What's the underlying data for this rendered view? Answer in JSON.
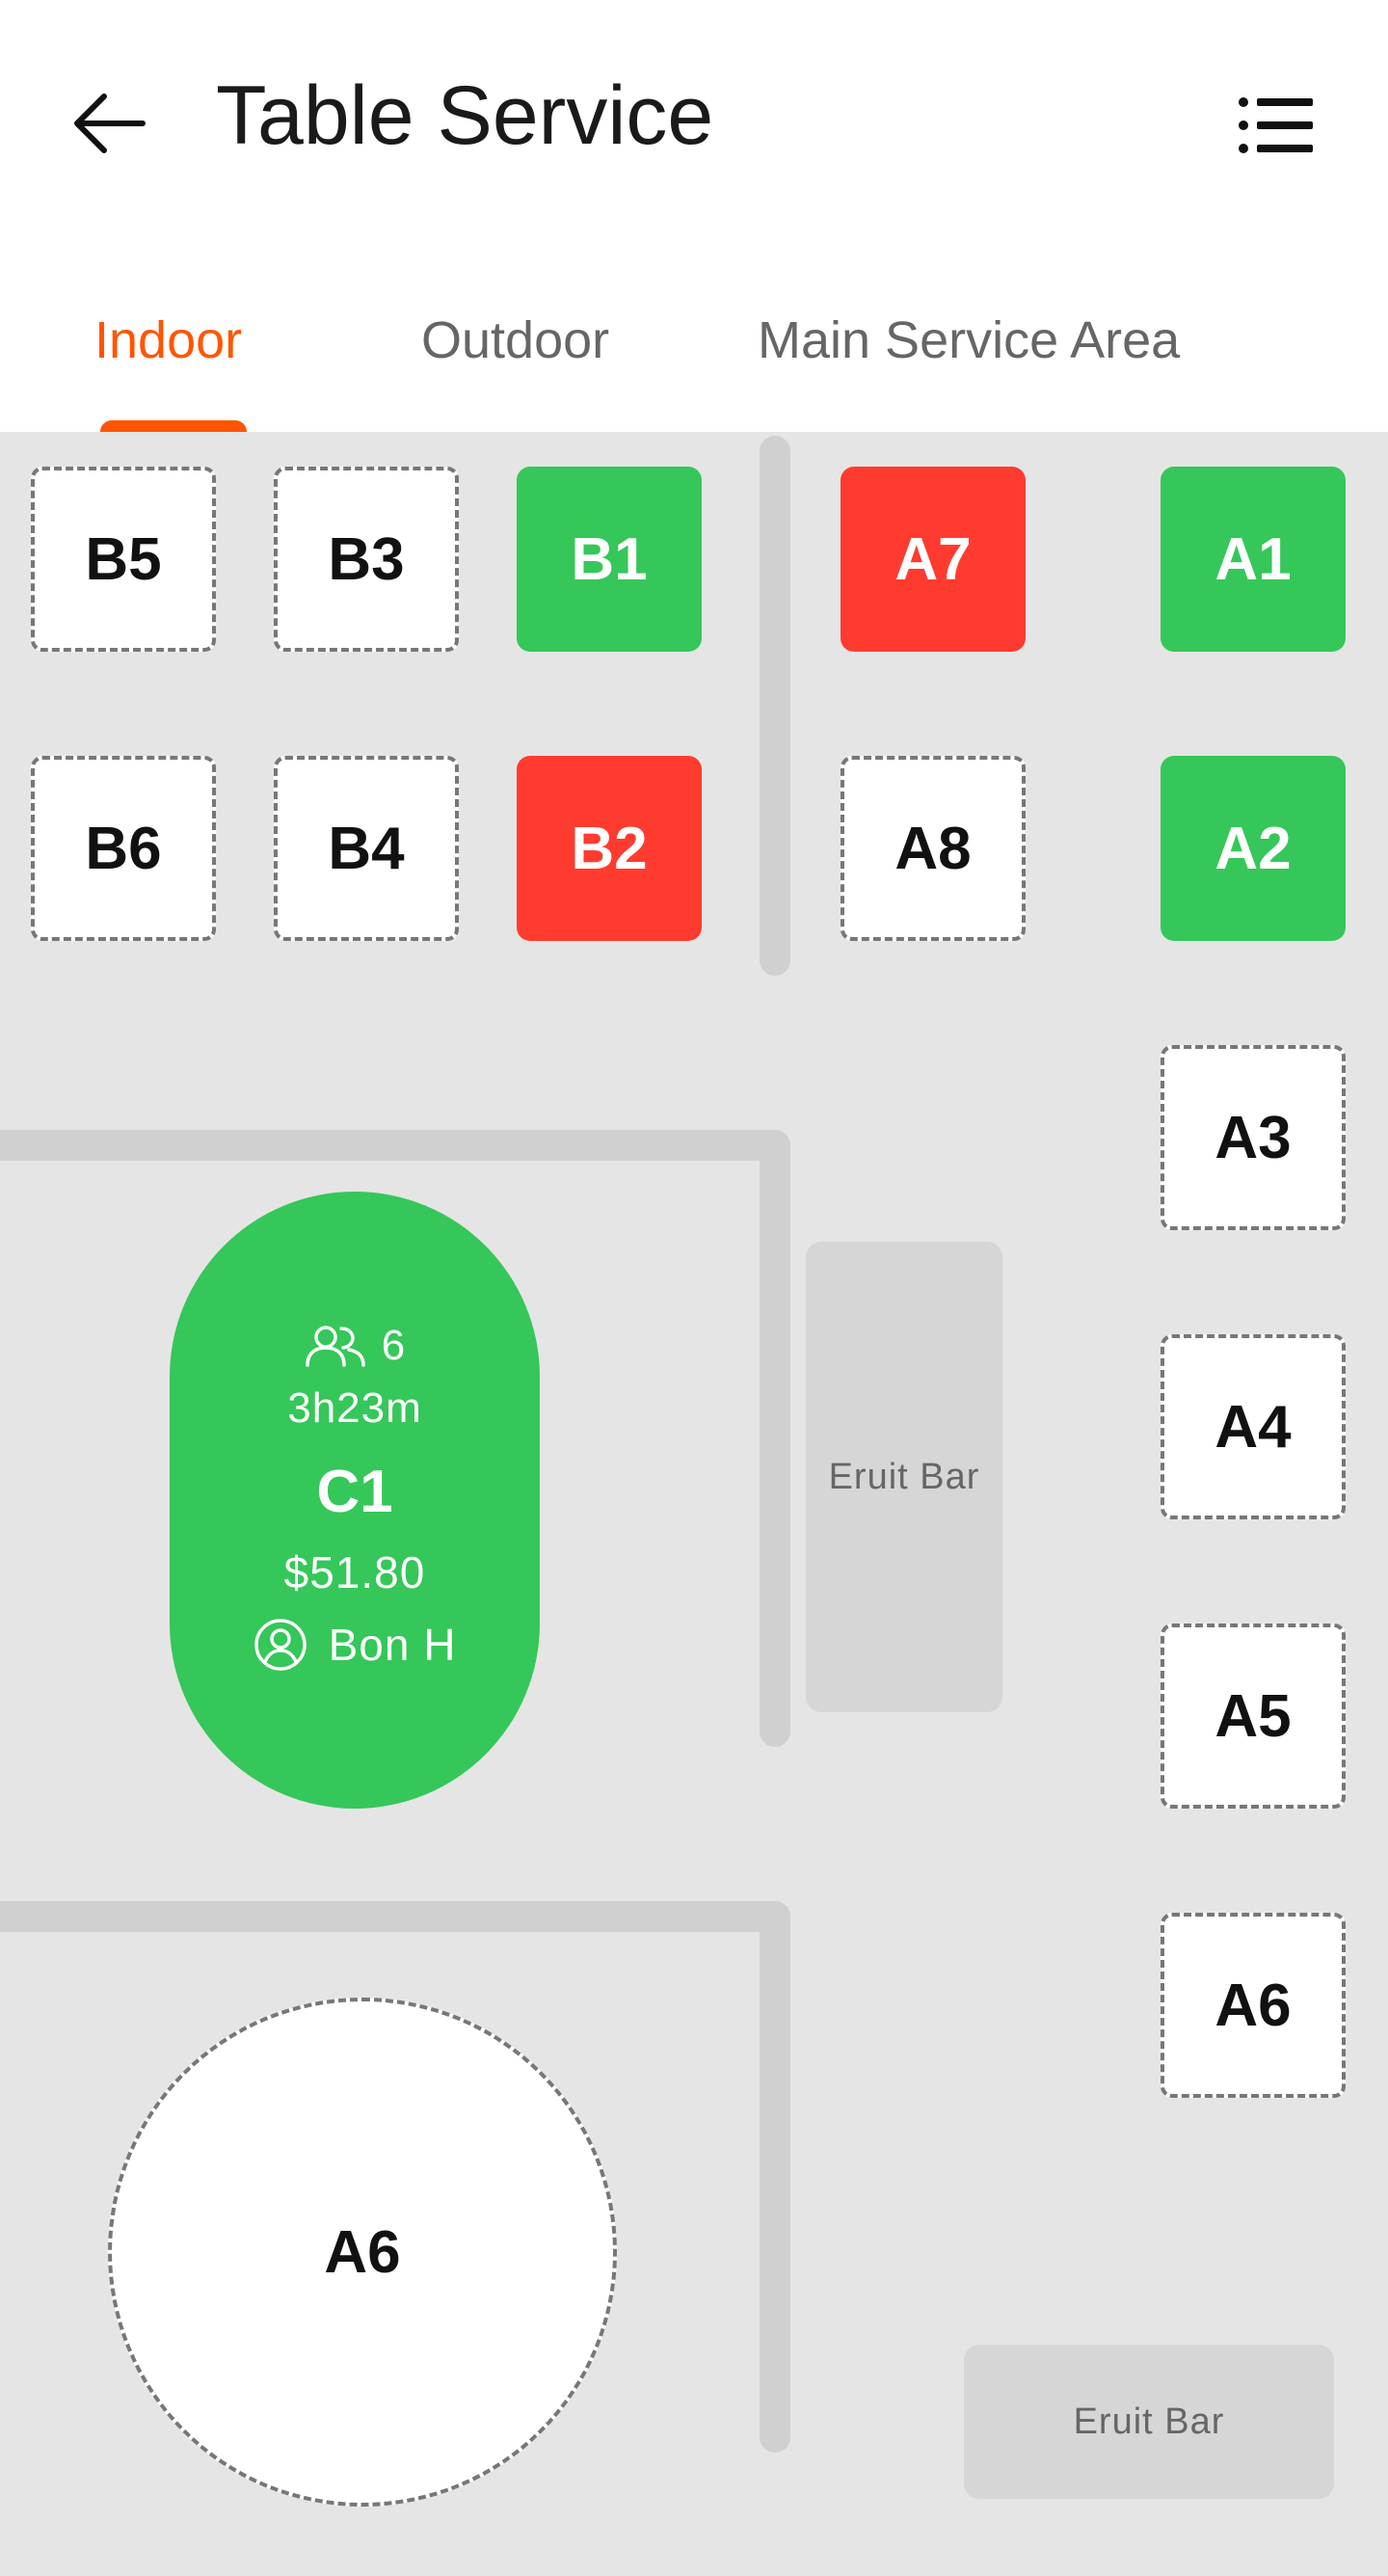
{
  "header": {
    "title": "Table Service",
    "back_icon": "arrow-left-icon",
    "menu_icon": "list-icon"
  },
  "tabs": [
    {
      "label": "Indoor",
      "active": true
    },
    {
      "label": "Outdoor",
      "active": false
    },
    {
      "label": "Main Service Area",
      "active": false
    }
  ],
  "colors": {
    "accent": "#ff5500",
    "occupied": "#35c759",
    "alert": "#ff3b30",
    "floor": "#e5e5e5"
  },
  "tables": {
    "B5": {
      "label": "B5",
      "status": "empty"
    },
    "B3": {
      "label": "B3",
      "status": "empty"
    },
    "B1": {
      "label": "B1",
      "status": "occupied"
    },
    "A7": {
      "label": "A7",
      "status": "alert"
    },
    "A1": {
      "label": "A1",
      "status": "occupied"
    },
    "B6": {
      "label": "B6",
      "status": "empty"
    },
    "B4": {
      "label": "B4",
      "status": "empty"
    },
    "B2": {
      "label": "B2",
      "status": "alert"
    },
    "A8": {
      "label": "A8",
      "status": "empty"
    },
    "A2": {
      "label": "A2",
      "status": "occupied"
    },
    "A3": {
      "label": "A3",
      "status": "empty"
    },
    "A4": {
      "label": "A4",
      "status": "empty"
    },
    "A5": {
      "label": "A5",
      "status": "empty"
    },
    "A6": {
      "label": "A6",
      "status": "empty"
    },
    "A6_round": {
      "label": "A6",
      "status": "empty"
    }
  },
  "c1": {
    "label": "C1",
    "guests": "6",
    "duration": "3h23m",
    "amount": "$51.80",
    "server": "Bon H",
    "status": "occupied"
  },
  "bars": {
    "vertical": "Eruit Bar",
    "horizontal": "Eruit Bar"
  }
}
